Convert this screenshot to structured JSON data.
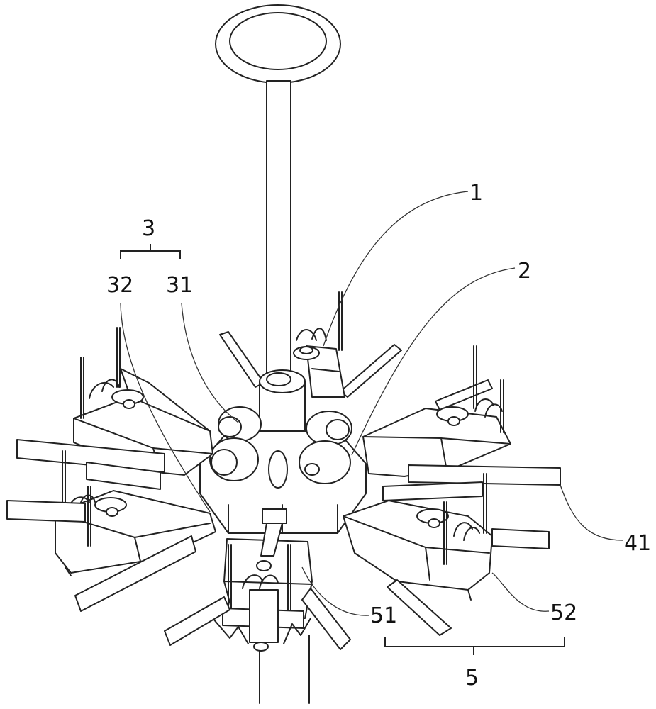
{
  "labels": {
    "l1": "1",
    "l2": "2",
    "l3": "3",
    "l31": "31",
    "l32": "32",
    "l41": "41",
    "l5": "5",
    "l51": "51",
    "l52": "52"
  }
}
